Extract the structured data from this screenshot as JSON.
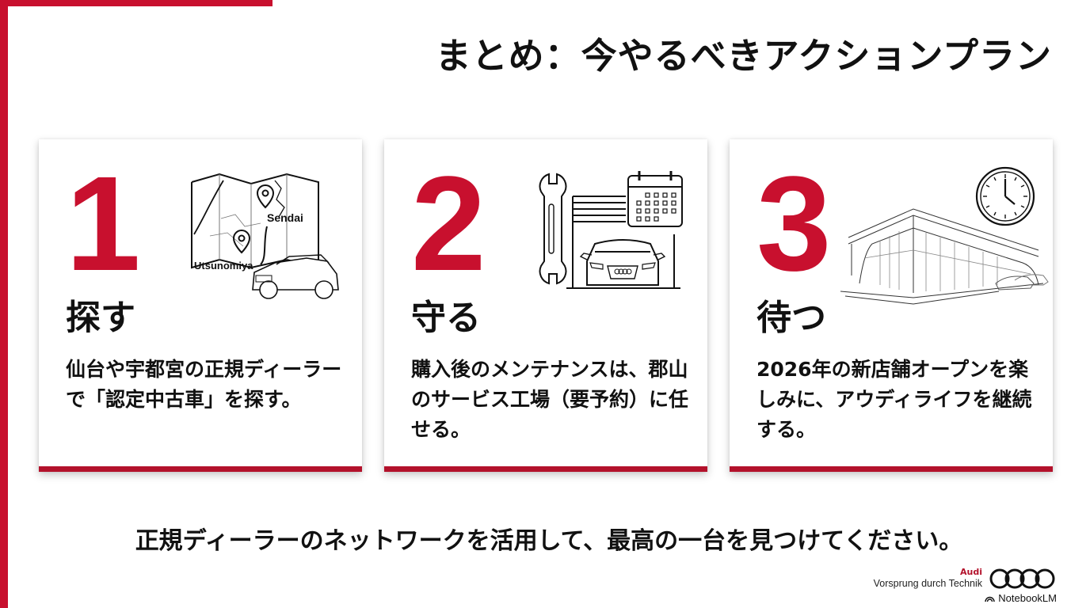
{
  "title": "まとめ：今やるべきアクションプラン",
  "colors": {
    "accent": "#c8102e",
    "underbar": "#b3112b",
    "text": "#111111"
  },
  "cards": [
    {
      "number": "1",
      "verb": "探す",
      "description": "仙台や宇都宮の正規ディーラーで「認定中古車」を探す。",
      "illustration": "map-with-pins-and-suv",
      "map_labels": {
        "city_a": "Sendai",
        "city_b": "Utsunomiya"
      }
    },
    {
      "number": "2",
      "verb": "守る",
      "description": "購入後のメンテナンスは、郡山のサービス工場（要予約）に任せる。",
      "illustration": "wrench-garage-calendar-car"
    },
    {
      "number": "3",
      "verb": "待つ",
      "description": "2026年の新店舗オープンを楽しみに、アウディライフを継続する。",
      "illustration": "dealership-building-and-clock"
    }
  ],
  "tagline": "正規ディーラーのネットワークを活用して、最高の一台を見つけてください。",
  "brand": {
    "name": "Audi",
    "slogan": "Vorsprung durch Technik",
    "watermark": "NotebookLM"
  }
}
